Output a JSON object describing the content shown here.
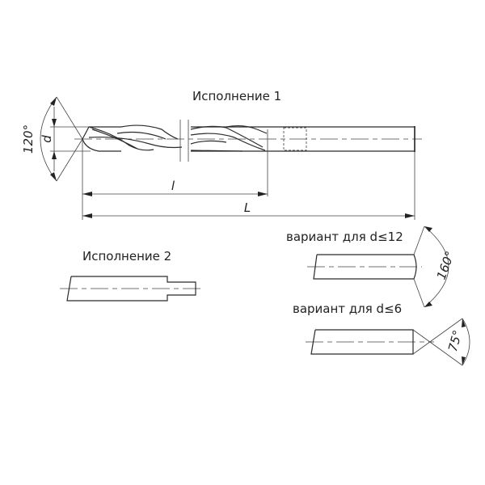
{
  "drawing": {
    "title_exec1": "Исполнение 1",
    "title_exec2": "Исполнение 2",
    "variant_d12": "вариант для d≤12",
    "variant_d6": "вариант для d≤6"
  },
  "dimensions": {
    "diameter": "d",
    "working_length": "l",
    "total_length": "L",
    "point_angle_main": "120°",
    "point_angle_d12": "160°",
    "point_angle_d6": "75°"
  },
  "colors": {
    "line": "#2b2b2b",
    "background": "#ffffff"
  }
}
